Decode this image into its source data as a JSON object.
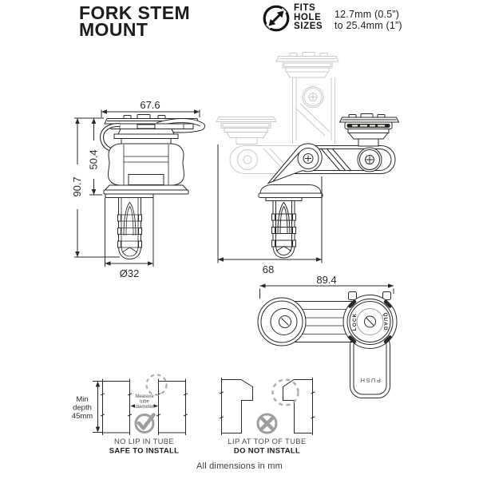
{
  "header": {
    "title_line1": "FORK STEM",
    "title_line2": "MOUNT",
    "fits_badge": {
      "icon": "diameter-range-icon",
      "label_line1": "FITS",
      "label_line2": "HOLE",
      "label_line3": "SIZES",
      "size_line1": "12.7mm (0.5”)",
      "size_line2": "to 25.4mm (1”)"
    }
  },
  "drawings": {
    "side_view": {
      "dim_width": "67.6",
      "dim_upper_height": "50.4",
      "dim_total_height": "90.7",
      "dim_insert_diameter": "Ø32"
    },
    "front_view": {
      "dim_width": "68"
    },
    "top_view": {
      "dim_width": "89.4",
      "head_text_left": "LOCK",
      "head_text_right": "QUAD",
      "lever_text": "PUSH"
    }
  },
  "install_guide": {
    "safe": {
      "min_depth_lines": [
        "Min",
        "depth",
        "45mm"
      ],
      "measure_lines": [
        "Measure",
        "tube",
        "diameter"
      ],
      "status_icon": "check-circle-icon",
      "caption": "NO LIP IN TUBE",
      "verdict": "SAFE TO INSTALL"
    },
    "unsafe": {
      "status_icon": "cross-circle-icon",
      "caption": "LIP AT TOP OF TUBE",
      "verdict": "DO NOT INSTALL"
    }
  },
  "footer": {
    "note": "All dimensions in mm"
  },
  "colors": {
    "ink": "#2b2926",
    "ghost": "#c9c9c9",
    "status_gray": "#9d9d9c",
    "hatch": "#bcbcbc"
  }
}
